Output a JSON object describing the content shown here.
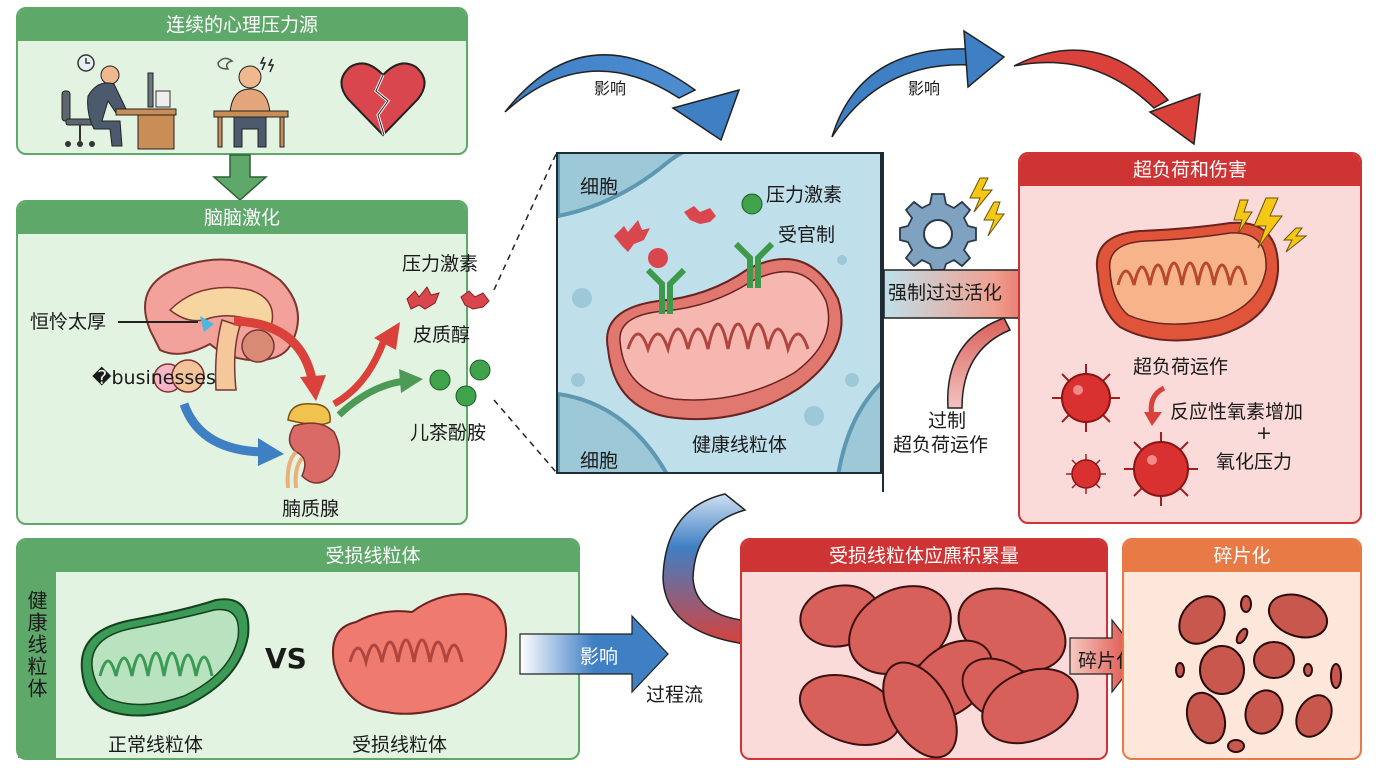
{
  "colors": {
    "green_header": "#5ea86a",
    "green_body": "#e3f3e1",
    "red_header": "#cf3434",
    "red_body": "#fbdada",
    "orange_header": "#e77a45",
    "orange_body": "#fde6da",
    "arrow_blue": "#3f7fc4",
    "arrow_red": "#d9413a",
    "cell_blue": "#bfe0ea"
  },
  "panels": {
    "stressors": {
      "title": "连续的心理压力源",
      "icons": [
        "overworked-office-worker-icon",
        "stressed-person-at-desk-icon",
        "broken-heart-icon"
      ]
    },
    "brain": {
      "title": "脑脑激化",
      "labels": {
        "hypothalamus": "恒怜太厚",
        "pituitary": "�businesses",
        "adrenal": "腩质腺"
      },
      "hormones_title": "压力激素",
      "cortisol": "皮质醇",
      "catecholamines": "儿茶酚胺"
    },
    "cell": {
      "cell_top": "细胞",
      "cell_bottom": "细胞",
      "stress_hormone": "压力激素",
      "receptor": "受官制",
      "mitochondrion": "健康线粒体"
    },
    "overload": {
      "title": "超负荷和伤害",
      "operation": "超负荷运作",
      "ros_line1": "反应性氧素增加",
      "plus": "+",
      "ros_line2": "氧化压力"
    },
    "compare": {
      "title": "受损线粒体",
      "side_label": "健康线粒体",
      "vs": "VS",
      "normal": "正常线粒体",
      "damaged": "受损线粒体"
    },
    "accumulation": {
      "title": "受损线粒体应麃积累量"
    },
    "fragmentation": {
      "title": "碎片化",
      "arrow_label": "碎片化"
    }
  },
  "arrows": {
    "top_left": "影响",
    "top_right": "影响",
    "forced_activation": "强制过过活化",
    "over_line1": "过制",
    "over_line2": "超负荷运作",
    "bottom_influence": "影响",
    "process_flow": "过程流"
  }
}
